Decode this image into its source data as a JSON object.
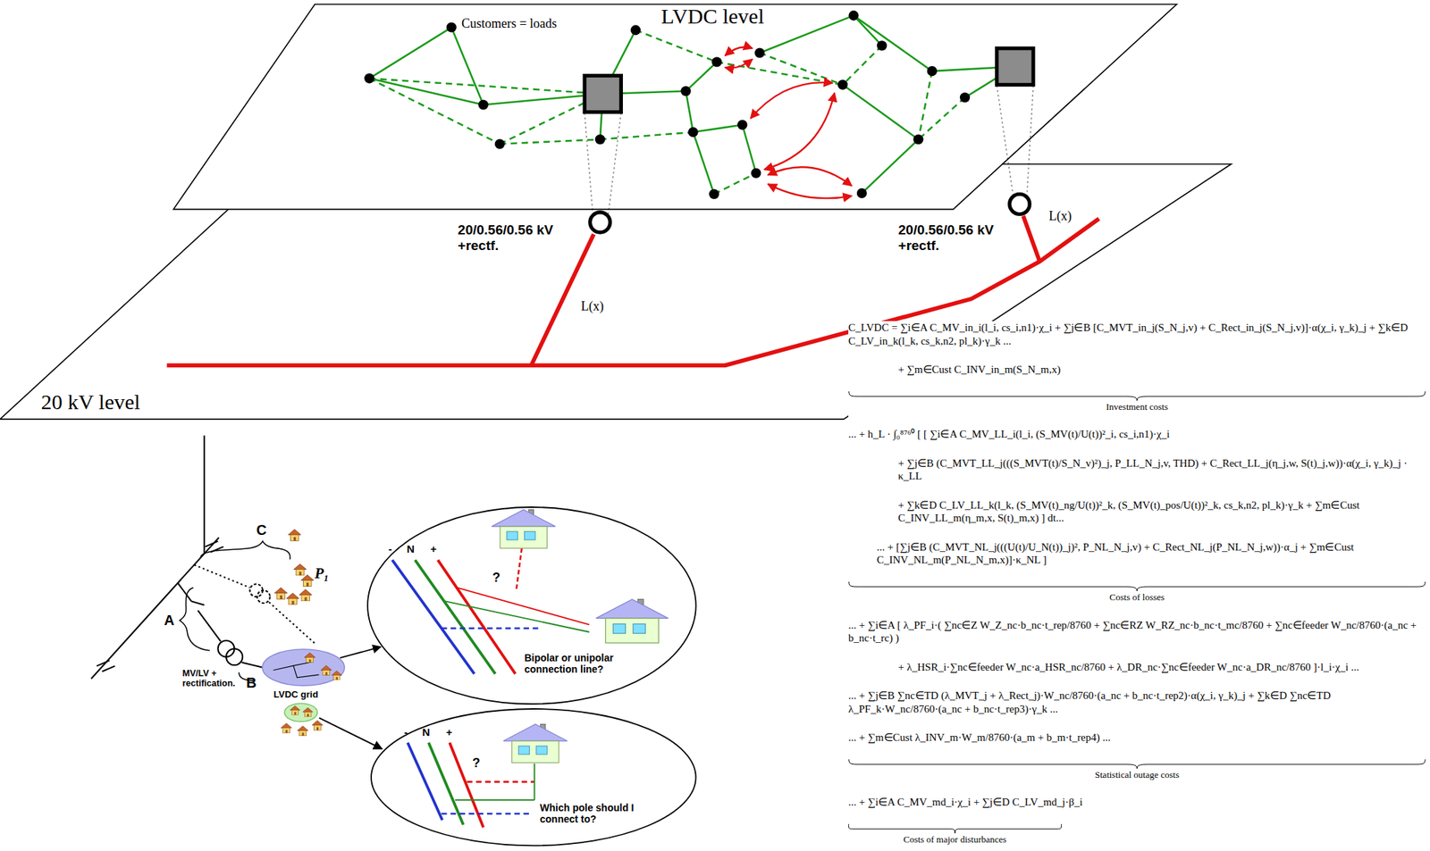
{
  "diagram": {
    "nodes": [
      {
        "text": [
          "LVDC level"
        ]
      },
      {
        "text": [
          "20 kV level"
        ]
      },
      {
        "text": [
          "LVDC grid"
        ]
      },
      {
        "text": [
          "-",
          "N",
          "+",
          "?",
          "Bipolar or unipolar connection line?"
        ]
      },
      {
        "text": [
          "-",
          "N",
          "+",
          "?",
          "Which pole should I connect to?"
        ]
      }
    ],
    "edges": [
      {
        "from": 2,
        "to": 3,
        "arrow": "to"
      }
    ],
    "labels": [
      "Customers = loads",
      "20/0.56/0.56 kV +rectf.",
      "20/0.56/0.56 kV +rectf.",
      "L(x)",
      "L(x)",
      "C",
      "A",
      "P₁",
      "MV/LV + rectification.",
      "B",
      "C_LVDC = ∑i∈A C_MV_in_i(l_i, cs_i,n1)·χ_i + ∑j∈B [C_MVT_in_j(S_N_j,v) + C_Rect_in_j(S_N_j,v)]·α(χ_i, γ_k)_j + ∑k∈D C_LV_in_k(l_k, cs_k,n2, pl_k)·γ_k ...",
      "+ ∑m∈Cust C_INV_in_m(S_N_m,x)",
      "Investment costs",
      "... + h_L · ∫₀⁸⁷⁶⁰ [ [ ∑i∈A C_MV_LL_i(l_i, (S_MV(t)/U(t))²_i, cs_i,n1)·χ_i",
      "+ ∑j∈B (C_MVT_LL_j(((S_MVT(t)/S_N_v)²)_j, P_LL_N_j,v, THD) + C_Rect_LL_j(η_j,w, S(t)_j,w))·α(χ_i, γ_k)_j · κ_LL",
      "+ ∑k∈D C_LV_LL_k(l_k, (S_MV(t)_ng/U(t))²_k, (S_MV(t)_pos/U(t))²_k, cs_k,n2, pl_k)·γ_k + ∑m∈Cust C_INV_LL_m(η_m,x, S(t)_m,x) ] dt...",
      "... + [∑j∈B (C_MVT_NL_j(((U(t)/U_N(t))_j)², P_NL_N_j,v) + C_Rect_NL_j(P_NL_N_j,w))·α_j + ∑m∈Cust C_INV_NL_m(P_NL_N_m,x)]·κ_NL ]",
      "Costs of losses",
      "... + ∑i∈A [ λ_PF_i·( ∑nc∈Z W_Z_nc·b_nc·t_rep/8760 + ∑nc∈RZ W_RZ_nc·b_nc·t_mc/8760 + ∑nc∈feeder W_nc/8760·(a_nc + b_nc·t_rc) )",
      "+ λ_HSR_i·∑nc∈feeder W_nc·a_HSR_nc/8760 + λ_DR_nc·∑nc∈feeder W_nc·a_DR_nc/8760 ]·l_i·χ_i ...",
      "... + ∑j∈B ∑nc∈TD (λ_MVT_j + λ_Rect_j)·W_nc/8760·(a_nc + b_nc·t_rep2)·α(χ_i, γ_k)_j + ∑k∈D ∑nc∈TD λ_PF_k·W_nc/8760·(a_nc + b_nc·t_rep3)·γ_k ...",
      "... + ∑m∈Cust λ_INV_m·W_m/8760·(a_m + b_m·t_rep4) ...",
      "Statistical outage costs",
      "... + ∑i∈A C_MV_md_i·χ_i + ∑j∈D C_LV_md_j·β_i",
      "Costs of major disturbances"
    ]
  }
}
